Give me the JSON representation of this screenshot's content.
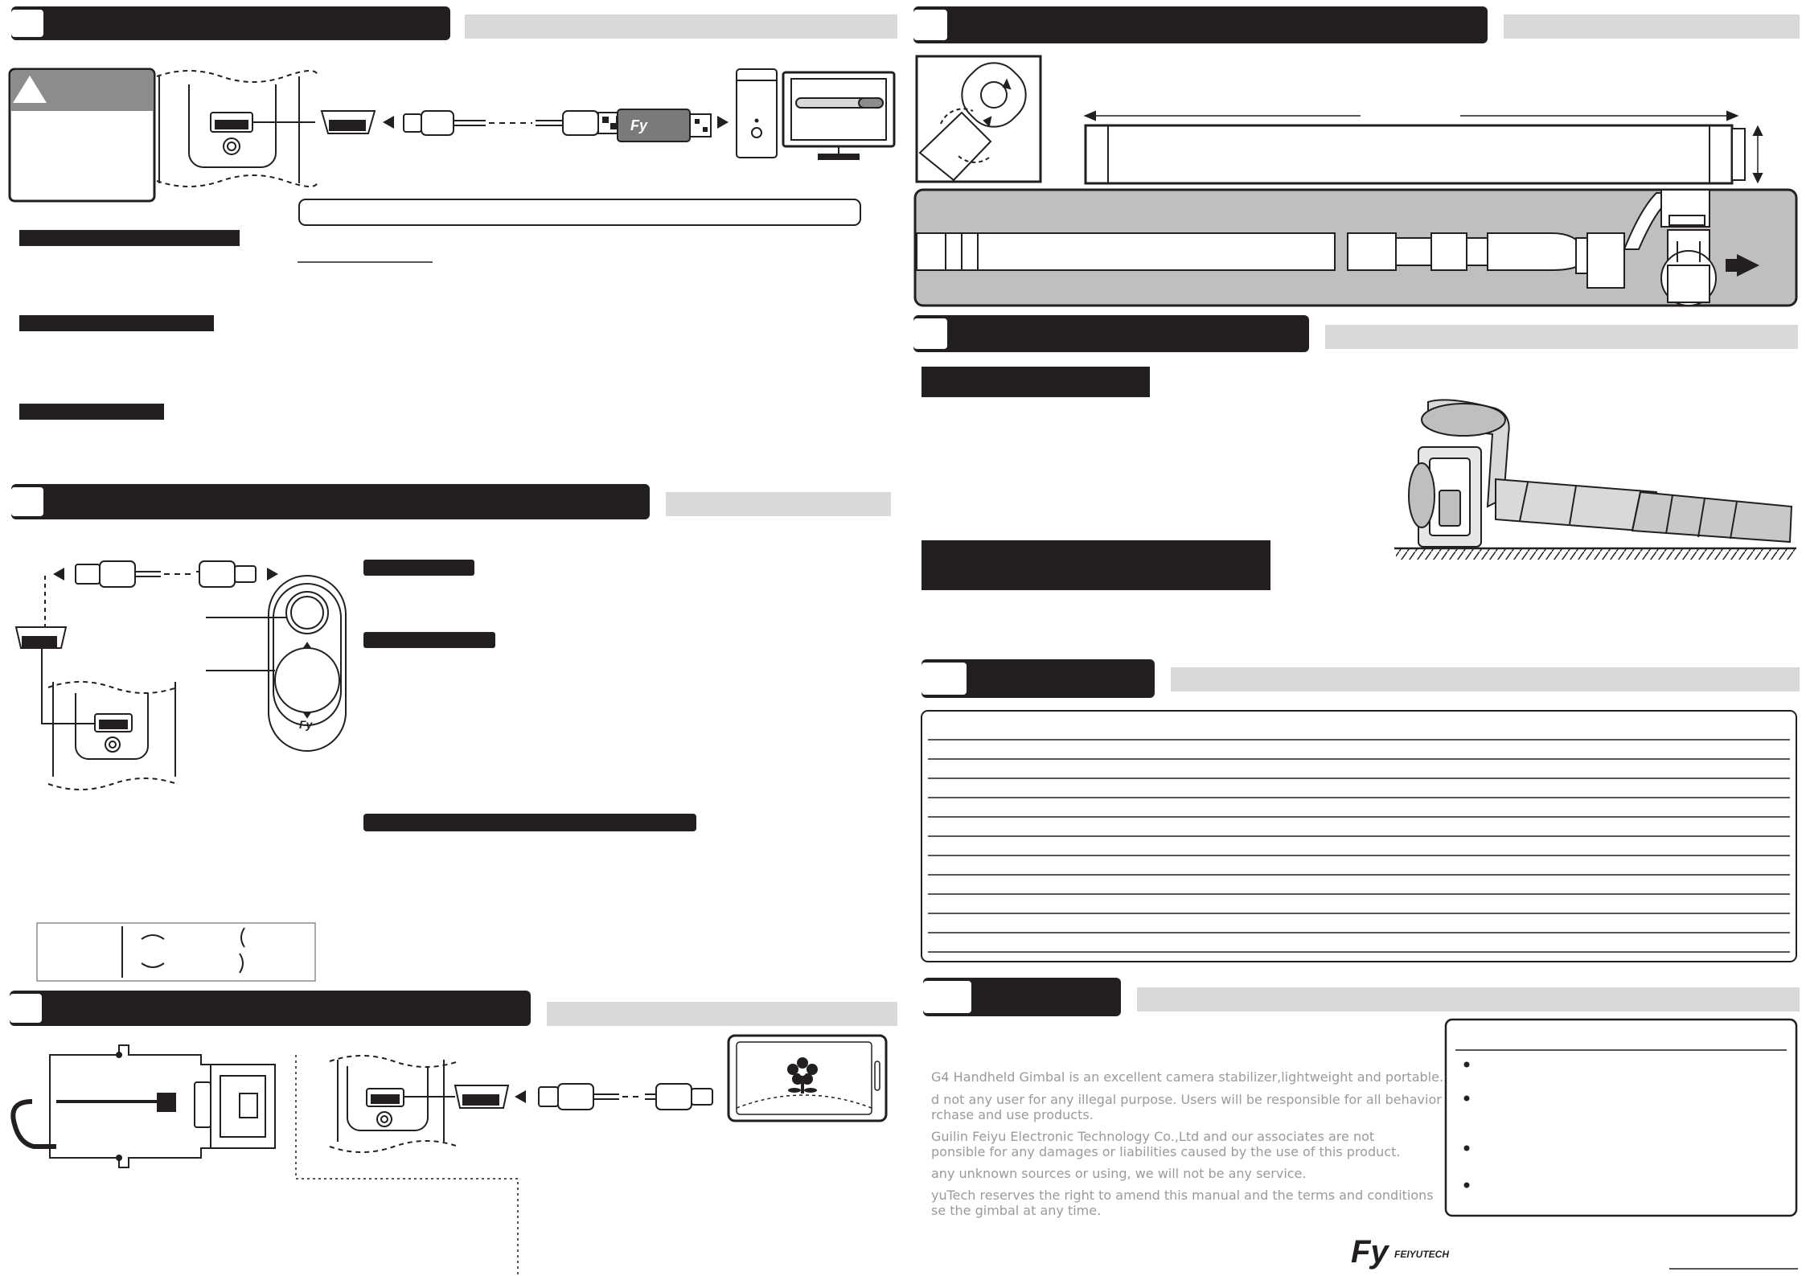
{
  "disclaimer": {
    "lines": [
      "G4 Handheld Gimbal is an excellent camera stabilizer,lightweight and portable.",
      "d not any user for any illegal purpose. Users will be responsible for all behavior of",
      "rchase and use products.",
      "Guilin Feiyu Electronic Technology Co.,Ltd and our associates are not",
      "ponsible for any damages or liabilities caused by the use of this product.",
      "any unknown sources or using, we will not be any service.",
      "yuTech reserves the right to amend this manual and the terms and conditions",
      "se the gimbal at any time."
    ]
  },
  "brand": {
    "logo_mark": "Fy",
    "logo_text": "FEIYUTECH"
  },
  "usb_stick": {
    "brand_text": "Fy"
  },
  "remote": {
    "brand_text": "Fy"
  },
  "colors": {
    "header_bar": "#231f20",
    "light_bar": "#d9d9d9",
    "panel_gray": "#bfbfbf",
    "ink": "#231f20",
    "faded_text": "#9a9a9a"
  }
}
